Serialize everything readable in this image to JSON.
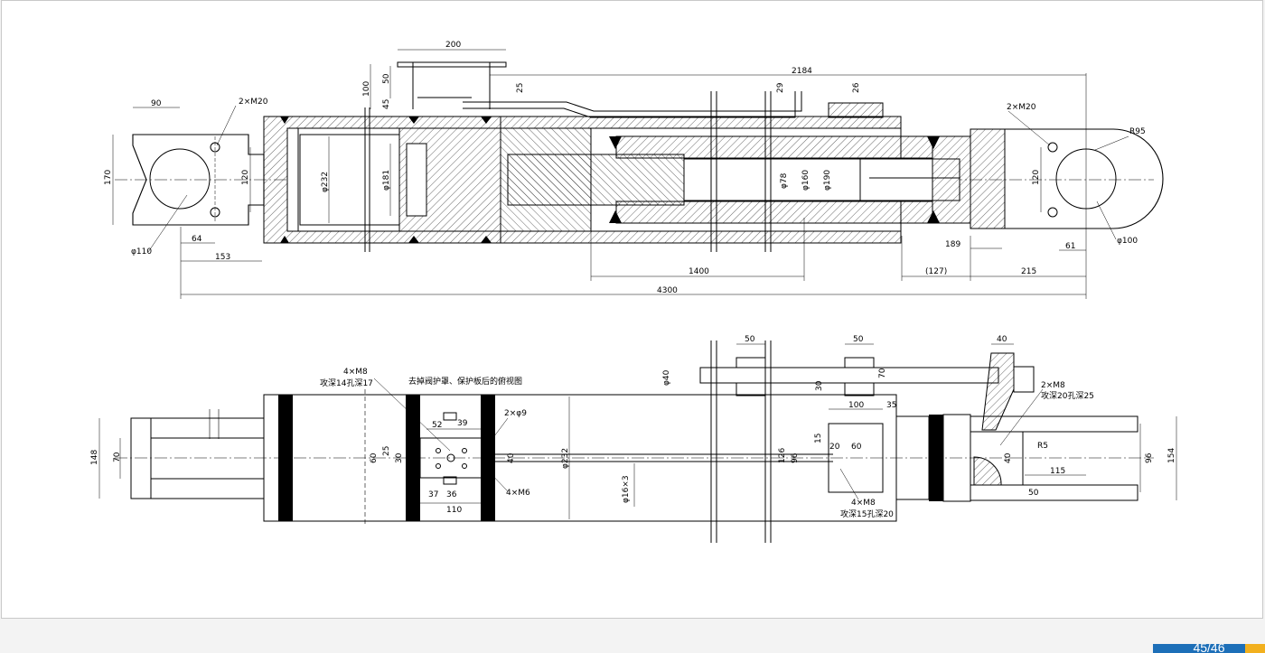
{
  "page": {
    "indicator": "45/46",
    "accent_color": "#1d6fb8",
    "highlight_color": "#f2b01e"
  },
  "drawing": {
    "top_view": {
      "dims": {
        "overall_length": "4300",
        "cylinder_span": "2184",
        "bracket_width": "200",
        "rod_stroke": "1400",
        "rod_offset": "(127)",
        "rear_len": "215",
        "rear_len2": "189",
        "rear_len3": "61",
        "front_len": "153",
        "front_len2": "64",
        "eye_width": "90",
        "eye_height": "170",
        "eye_hole_span": "120",
        "eye_hole_span_right": "120",
        "bracket_h1": "100",
        "bracket_h2": "50",
        "bracket_h3": "45",
        "pipe_dim": "25",
        "pipe_dim2": "29",
        "pipe_dim3": "26",
        "bore_232": "φ232",
        "bore_181": "φ181",
        "rod_78": "φ78",
        "rod_160": "φ160",
        "rod_190": "φ190",
        "pin_110": "φ110",
        "pin_100": "φ100",
        "radius_95": "R95",
        "thread_left": "2×M20",
        "thread_right": "2×M20"
      }
    },
    "bottom_view": {
      "note_hidden": "去掉阀护罩、保护板后的俯视图",
      "dims": {
        "m8_left": "4×M8",
        "m8_left_depth": "攻深14孔深17",
        "block_52": "52",
        "block_39": "39",
        "holes_9": "2×φ9",
        "m6": "4×M6",
        "block_37": "37",
        "block_36": "36",
        "block_110": "110",
        "block_60": "60",
        "block_25": "25",
        "block_30": "30",
        "block_40": "40",
        "bore_232": "φ232",
        "tube_16": "φ16×3",
        "pipe_40": "φ40",
        "clamp_50a": "50",
        "clamp_50b": "50",
        "clamp_70": "70",
        "clamp_30": "30",
        "plate_100": "100",
        "plate_35": "35",
        "plate_15": "15",
        "plate_20": "20",
        "plate_60": "60",
        "plate_126": "126",
        "plate_96": "96",
        "m8_plate": "4×M8",
        "m8_plate_depth": "攻深15孔深20",
        "right_40": "40",
        "m8_right": "2×M8",
        "m8_right_depth": "攻深20孔深25",
        "r5": "R5",
        "fork_40": "40",
        "fork_115": "115",
        "fork_50": "50",
        "fork_96": "96",
        "fork_154": "154",
        "left_148": "148",
        "left_70": "70"
      }
    }
  }
}
